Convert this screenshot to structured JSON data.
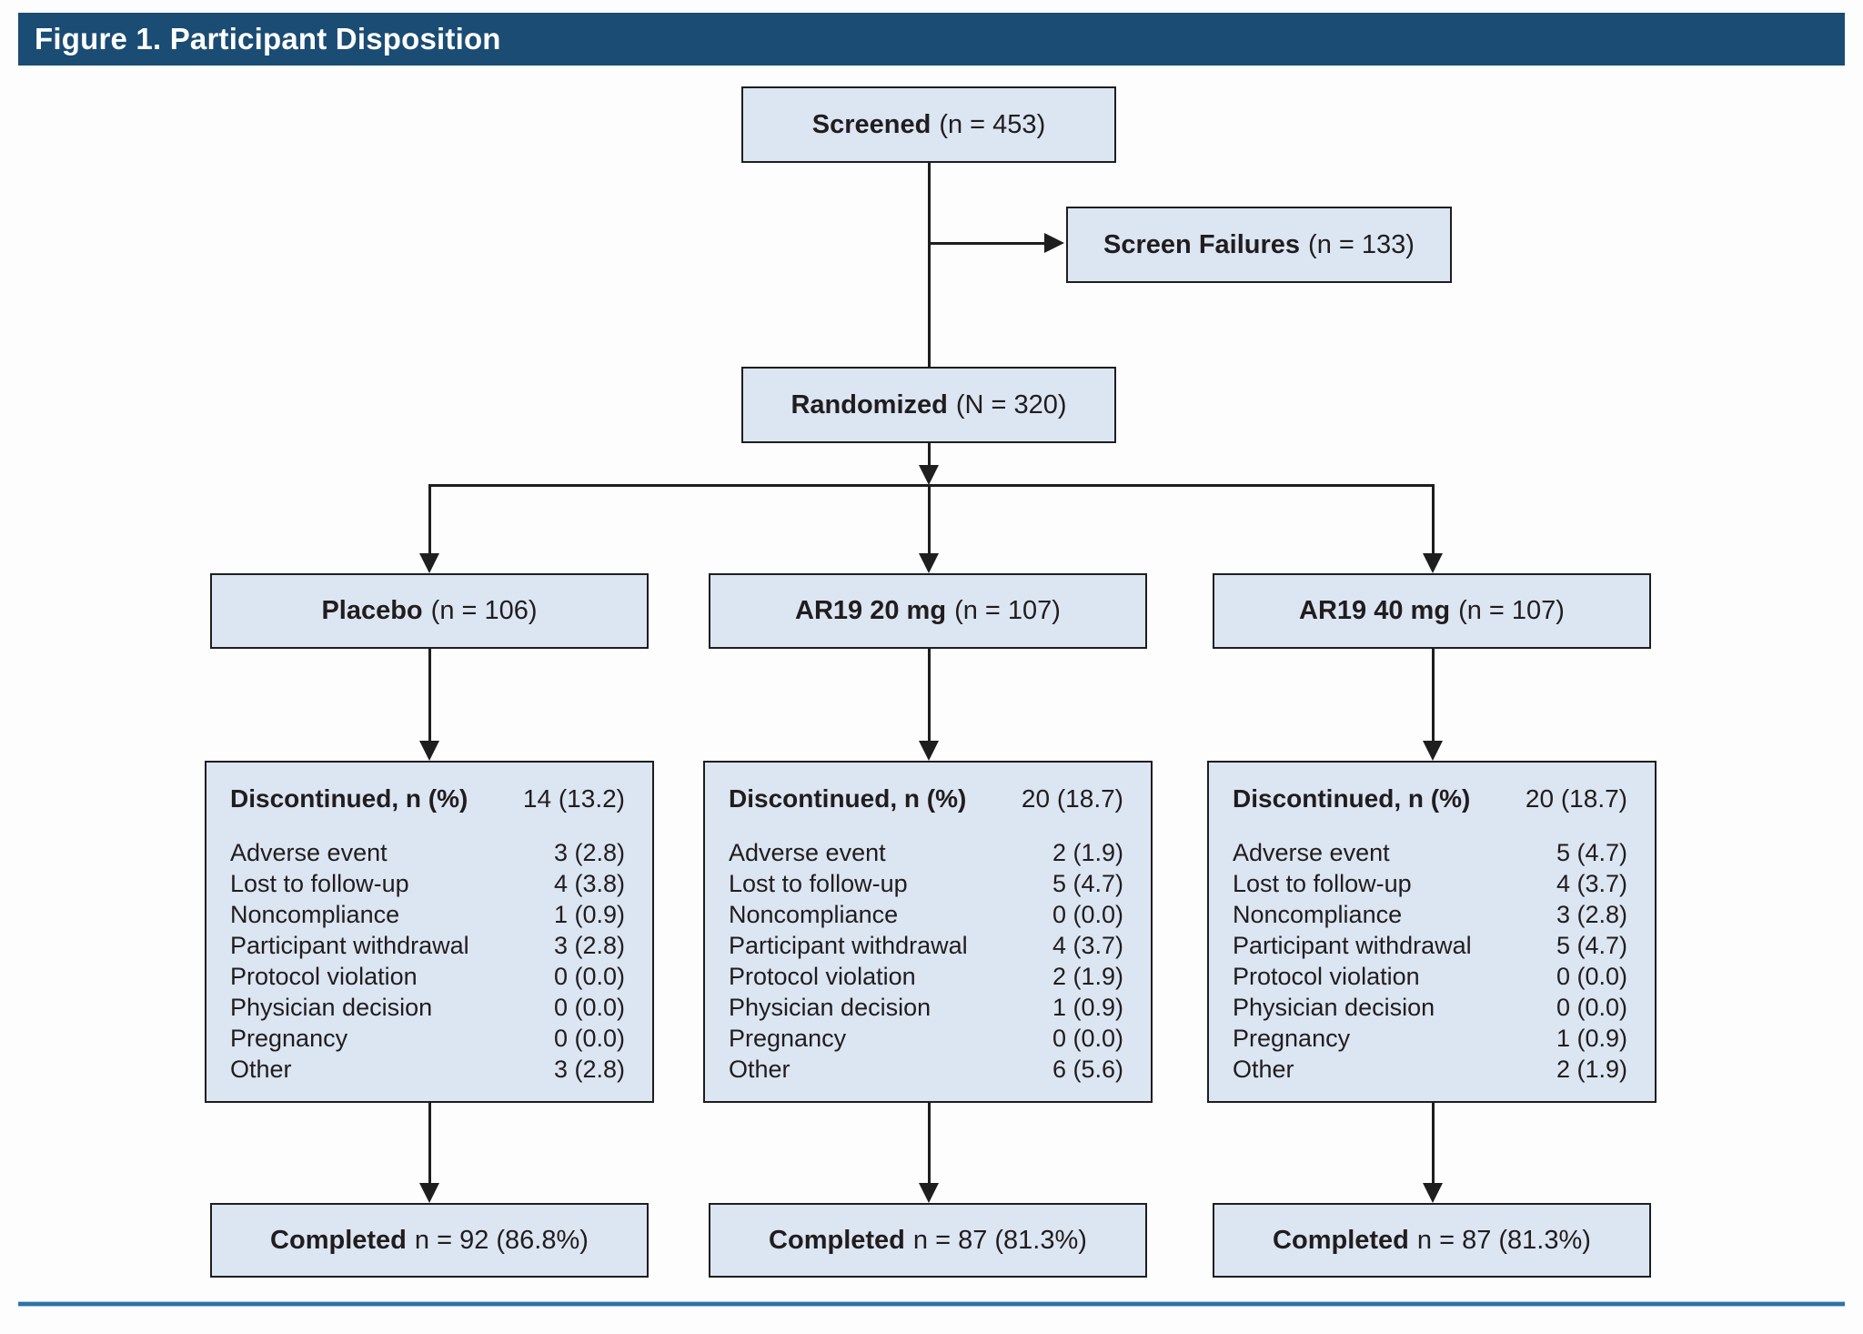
{
  "figure": {
    "title": "Figure 1. Participant Disposition"
  },
  "colors": {
    "header_bar": "#1a4c74",
    "box_fill": "#dce5f2",
    "box_border": "#1e1e1e",
    "bottom_rule": "#2e73a9"
  },
  "top": {
    "screened": {
      "label": "Screened",
      "value": "(n = 453)"
    },
    "screen_failures": {
      "label": "Screen Failures",
      "value": "(n = 133)"
    },
    "randomized": {
      "label": "Randomized",
      "value": "(N = 320)"
    }
  },
  "discontinued_header_label": "Discontinued, n (%)",
  "arms": [
    {
      "header": {
        "label": "Placebo",
        "value": "(n = 106)"
      },
      "discontinued": {
        "total": "14 (13.2)",
        "reasons": [
          {
            "label": "Adverse event",
            "value": "3 (2.8)"
          },
          {
            "label": "Lost to follow-up",
            "value": "4 (3.8)"
          },
          {
            "label": "Noncompliance",
            "value": "1 (0.9)"
          },
          {
            "label": "Participant withdrawal",
            "value": "3 (2.8)"
          },
          {
            "label": "Protocol violation",
            "value": "0 (0.0)"
          },
          {
            "label": "Physician decision",
            "value": "0 (0.0)"
          },
          {
            "label": "Pregnancy",
            "value": "0 (0.0)"
          },
          {
            "label": "Other",
            "value": "3 (2.8)"
          }
        ]
      },
      "completed": {
        "label": "Completed",
        "value": "n = 92 (86.8%)"
      }
    },
    {
      "header": {
        "label": "AR19 20 mg",
        "value": "(n = 107)"
      },
      "discontinued": {
        "total": "20 (18.7)",
        "reasons": [
          {
            "label": "Adverse event",
            "value": "2 (1.9)"
          },
          {
            "label": "Lost to follow-up",
            "value": "5 (4.7)"
          },
          {
            "label": "Noncompliance",
            "value": "0 (0.0)"
          },
          {
            "label": "Participant withdrawal",
            "value": "4 (3.7)"
          },
          {
            "label": "Protocol violation",
            "value": "2 (1.9)"
          },
          {
            "label": "Physician decision",
            "value": "1 (0.9)"
          },
          {
            "label": "Pregnancy",
            "value": "0 (0.0)"
          },
          {
            "label": "Other",
            "value": "6 (5.6)"
          }
        ]
      },
      "completed": {
        "label": "Completed",
        "value": "n = 87 (81.3%)"
      }
    },
    {
      "header": {
        "label": "AR19 40 mg",
        "value": "(n = 107)"
      },
      "discontinued": {
        "total": "20 (18.7)",
        "reasons": [
          {
            "label": "Adverse event",
            "value": "5 (4.7)"
          },
          {
            "label": "Lost to follow-up",
            "value": "4 (3.7)"
          },
          {
            "label": "Noncompliance",
            "value": "3 (2.8)"
          },
          {
            "label": "Participant withdrawal",
            "value": "5 (4.7)"
          },
          {
            "label": "Protocol violation",
            "value": "0 (0.0)"
          },
          {
            "label": "Physician decision",
            "value": "0 (0.0)"
          },
          {
            "label": "Pregnancy",
            "value": "1 (0.9)"
          },
          {
            "label": "Other",
            "value": "2 (1.9)"
          }
        ]
      },
      "completed": {
        "label": "Completed",
        "value": "n = 87 (81.3%)"
      }
    }
  ]
}
